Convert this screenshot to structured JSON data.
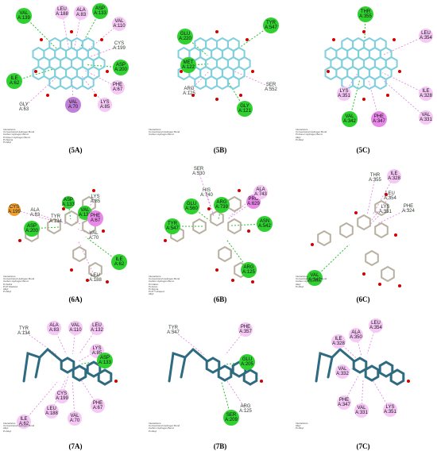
{
  "panels": [
    {
      "id": "5A",
      "caption": "(5A)",
      "residues": [
        {
          "label": "VAL A:139",
          "style": "green"
        },
        {
          "label": "LEU A:188",
          "style": "pink"
        },
        {
          "label": "ALA A:83",
          "style": "pink"
        },
        {
          "label": "ASP A:133",
          "style": "green"
        },
        {
          "label": "VAL A:110",
          "style": "pink"
        },
        {
          "label": "CYS A:199",
          "style": "plain"
        },
        {
          "label": "ASP A:200",
          "style": "green"
        },
        {
          "label": "ILE A:62",
          "style": "green"
        },
        {
          "label": "PHE A:67",
          "style": "pink"
        },
        {
          "label": "GLY A:63",
          "style": "plain"
        },
        {
          "label": "VAL A:70",
          "style": "purple"
        },
        {
          "label": "LYS A:85",
          "style": "pink"
        }
      ],
      "legend": [
        "Interactions",
        "Conventional Hydrogen Bond",
        "Carbon Hydrogen Bond",
        "Pi-Donor Hydrogen Bond",
        "Pi-Sigma",
        "Pi-Alkyl"
      ]
    },
    {
      "id": "5B",
      "caption": "(5B)",
      "residues": [
        {
          "label": "GLU A:220",
          "style": "green"
        },
        {
          "label": "TYR A:547",
          "style": "green"
        },
        {
          "label": "MET A:122",
          "style": "green"
        },
        {
          "label": "ARG A:125",
          "style": "plain"
        },
        {
          "label": "SER A:552",
          "style": "plain"
        },
        {
          "label": "GLY A:121",
          "style": "green"
        }
      ],
      "legend": [
        "Interactions",
        "Conventional Hydrogen Bond",
        "Carbon Hydrogen Bond"
      ]
    },
    {
      "id": "5C",
      "caption": "(5C)",
      "residues": [
        {
          "label": "THR A:355",
          "style": "green"
        },
        {
          "label": "LEU A:354",
          "style": "pink"
        },
        {
          "label": "ILE A:328",
          "style": "pink"
        },
        {
          "label": "LYS A:351",
          "style": "pink"
        },
        {
          "label": "VAL A:331",
          "style": "pink"
        },
        {
          "label": "PHE A:347",
          "style": "magenta"
        },
        {
          "label": "VAL A:342",
          "style": "green"
        }
      ],
      "legend": [
        "Interactions",
        "Conventional Hydrogen Bond",
        "Pi-Donor Hydrogen Bond",
        "Alkyl",
        "Pi-Alkyl"
      ]
    },
    {
      "id": "6A",
      "caption": "(6A)",
      "residues": [
        {
          "label": "CYS A:199",
          "style": "orange"
        },
        {
          "label": "ALA A:83",
          "style": "plain"
        },
        {
          "label": "TYR A:134",
          "style": "plain"
        },
        {
          "label": "ASP A:133",
          "style": "green"
        },
        {
          "label": "VAL A:139",
          "style": "green"
        },
        {
          "label": "LYS A:85",
          "style": "plain"
        },
        {
          "label": "PHE A:67",
          "style": "magenta"
        },
        {
          "label": "VAL A:70",
          "style": "plain"
        },
        {
          "label": "LEU A:188",
          "style": "plain"
        },
        {
          "label": "ASP A:200",
          "style": "green"
        },
        {
          "label": "ILE A:62",
          "style": "green"
        }
      ],
      "legend": [
        "Interactions",
        "Conventional Hydrogen Bond",
        "Carbon Hydrogen Bond",
        "Pi-Sulfur",
        "Pi-Pi Stacked",
        "Alkyl",
        "Pi-Alkyl"
      ]
    },
    {
      "id": "6B",
      "caption": "(6B)",
      "residues": [
        {
          "label": "SER A:530",
          "style": "plain"
        },
        {
          "label": "HIS A:740",
          "style": "plain"
        },
        {
          "label": "PRO A:629",
          "style": "magenta"
        },
        {
          "label": "ALA A:743",
          "style": "pink"
        },
        {
          "label": "ARG A:739",
          "style": "green"
        },
        {
          "label": "GLU A:560",
          "style": "green"
        },
        {
          "label": "TYR A:547",
          "style": "green"
        },
        {
          "label": "ASN A:542",
          "style": "green"
        },
        {
          "label": "ARG A:125",
          "style": "green"
        }
      ],
      "legend": [
        "Interactions",
        "Conventional Hydrogen Bond",
        "Carbon Hydrogen Bond",
        "Pi-Cation",
        "Pi-Anion",
        "Pi-Sigma",
        "Pi-Pi T-shaped",
        "Alkyl"
      ]
    },
    {
      "id": "6C",
      "caption": "(6C)",
      "residues": [
        {
          "label": "THR A:355",
          "style": "plain"
        },
        {
          "label": "ILE A:328",
          "style": "pink"
        },
        {
          "label": "LEU A:354",
          "style": "plain"
        },
        {
          "label": "LYS A:351",
          "style": "plain"
        },
        {
          "label": "PHE A:324",
          "style": "plain"
        },
        {
          "label": "VAL A:342",
          "style": "green"
        }
      ],
      "legend": [
        "Interactions",
        "Conventional Hydrogen Bond",
        "Carbon Hydrogen Bond",
        "Alkyl",
        "Pi-Alkyl"
      ]
    },
    {
      "id": "7A",
      "caption": "(7A)",
      "residues": [
        {
          "label": "TYR A:134",
          "style": "plain"
        },
        {
          "label": "ALA A:83",
          "style": "pink"
        },
        {
          "label": "VAL A:110",
          "style": "pink"
        },
        {
          "label": "LEU A:132",
          "style": "pink"
        },
        {
          "label": "LYS A:85",
          "style": "pink"
        },
        {
          "label": "ASP A:133",
          "style": "green"
        },
        {
          "label": "CYS A:199",
          "style": "pink"
        },
        {
          "label": "LEU A:188",
          "style": "pink"
        },
        {
          "label": "VAL A:70",
          "style": "pink"
        },
        {
          "label": "PHE A:67",
          "style": "pink"
        },
        {
          "label": "ILE A:62",
          "style": "pink"
        }
      ],
      "legend": [
        "Interactions",
        "Conventional Hydrogen Bond",
        "Alkyl",
        "Pi-Alkyl"
      ]
    },
    {
      "id": "7B",
      "caption": "(7B)",
      "residues": [
        {
          "label": "TYR A:547",
          "style": "plain"
        },
        {
          "label": "PHE A:357",
          "style": "pink"
        },
        {
          "label": "GLU A:205",
          "style": "green"
        },
        {
          "label": "ARG A:125",
          "style": "plain"
        },
        {
          "label": "SER A:209",
          "style": "green"
        }
      ],
      "legend": [
        "Interactions",
        "Conventional Hydrogen Bond",
        "Carbon Hydrogen Bond",
        "Pi-Alkyl"
      ]
    },
    {
      "id": "7C",
      "caption": "(7C)",
      "residues": [
        {
          "label": "LEU A:354",
          "style": "pink"
        },
        {
          "label": "ALA A:350",
          "style": "pink"
        },
        {
          "label": "ILE A:328",
          "style": "pink"
        },
        {
          "label": "VAL A:332",
          "style": "pink"
        },
        {
          "label": "PHE A:347",
          "style": "pink"
        },
        {
          "label": "VAL A:331",
          "style": "pink"
        },
        {
          "label": "LYS A:351",
          "style": "pink"
        }
      ],
      "legend": [
        "Interactions",
        "Alkyl",
        "Pi-Alkyl"
      ]
    }
  ],
  "colors": {
    "hbond": "#2fd02f",
    "alkyl": "#f5c8f5",
    "pi_sigma": "#c080d8",
    "pi_sulfur": "#f0a030",
    "ligand_light": "#7fcfdc",
    "ligand_dark": "#2e6a80",
    "oxygen": "#d00000"
  }
}
